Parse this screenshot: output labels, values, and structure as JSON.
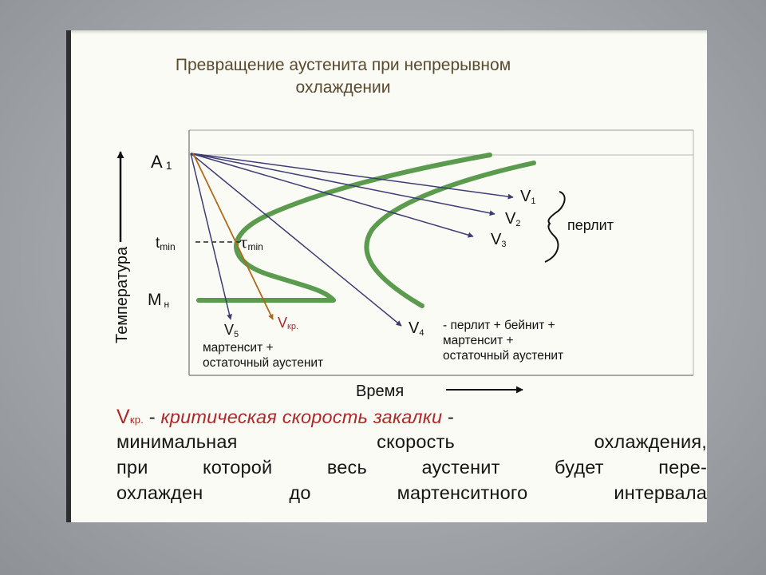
{
  "title_line1": "Превращение аустенита при непрерывном",
  "title_line2": "охлаждении",
  "axis_y_label": "Температура",
  "axis_x_label": "Время",
  "label_a1": "A",
  "label_a1_sub": "1",
  "label_tmin": "t",
  "label_tmin_sub": "min",
  "label_tau": "τ",
  "label_tau_sub": "min",
  "label_mn": "M",
  "label_mn_sub": "н",
  "label_v1": "V",
  "label_v1_sub": "1",
  "label_v2": "V",
  "label_v2_sub": "2",
  "label_v3": "V",
  "label_v3_sub": "3",
  "label_perlit": "перлит",
  "label_v4": "V",
  "label_v4_sub": "4",
  "label_v4_desc1": "- перлит + бейнит +",
  "label_v4_desc2": "мартенсит +",
  "label_v4_desc3": "остаточный аустенит",
  "label_v5": "V",
  "label_v5_sub": "5",
  "label_vkr": "V",
  "label_vkr_sub": "кр.",
  "label_v5_desc1": "мартенсит +",
  "label_v5_desc2": "остаточный аустенит",
  "definition": {
    "vkr": "V",
    "vkr_sub": "кр.",
    "dash": " - ",
    "term": "критическая скорость закалки",
    "dash2": " -",
    "line2": "минимальная скорость охлаждения,",
    "line3": "при которой весь аустенит будет пере-",
    "line4": "охлажден до мартенситного интервала"
  },
  "colors": {
    "curve_green": "#5a9b4e",
    "arrow_navy": "#3c3c72",
    "arrow_orange": "#b06a1a",
    "title_brown": "#5a4a2e",
    "red": "#b0282a"
  }
}
